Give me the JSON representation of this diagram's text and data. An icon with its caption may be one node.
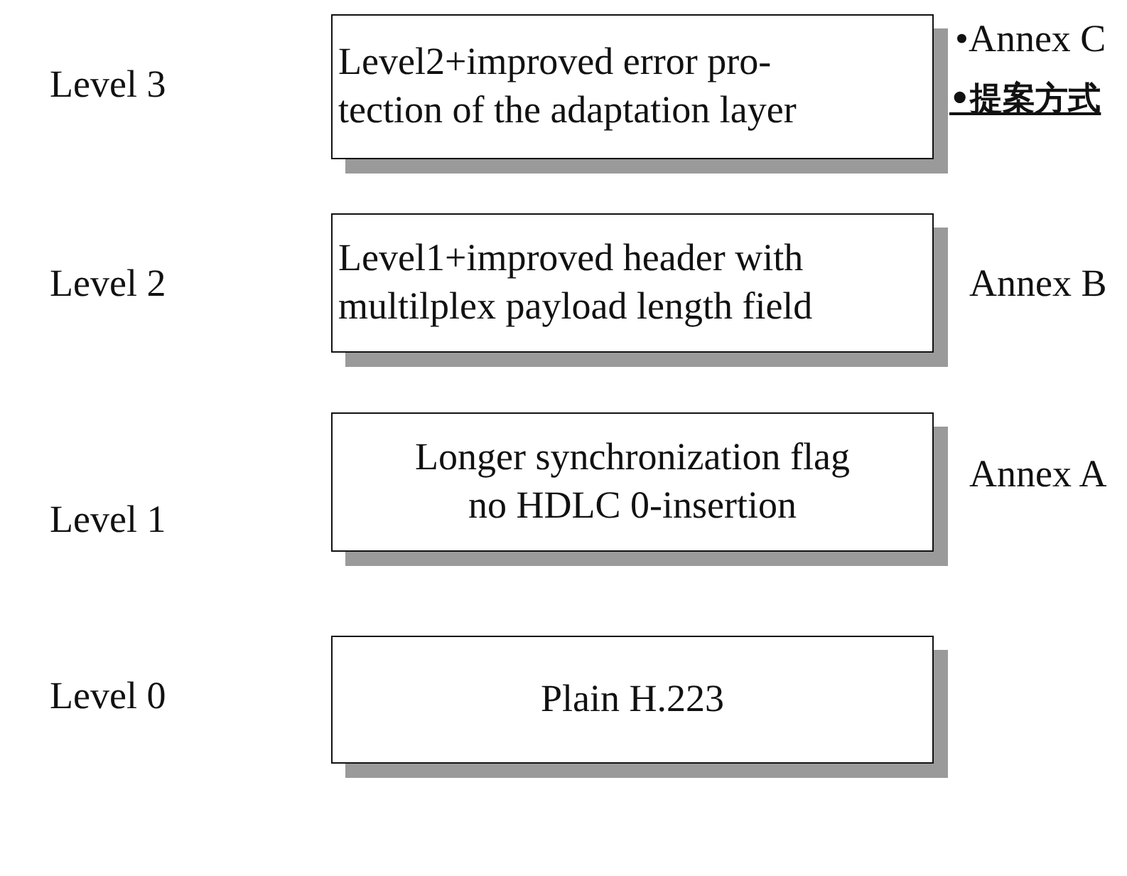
{
  "diagram": {
    "nodes": [
      {
        "text": [
          "Level2+improved error pro- tection of the adaptation layer"
        ],
        "beside": [
          "•Annex C",
          "•提案方式"
        ]
      },
      {
        "text": [
          "Level1+improved header with multilplex payload length field"
        ],
        "beside": [
          "Annex B"
        ]
      },
      {
        "text": [
          "Longer synchronization flag no HDLC 0-insertion"
        ],
        "beside": [
          "Annex A"
        ]
      },
      {
        "text": [
          "Plain H.223"
        ]
      }
    ],
    "labels": [
      "Level 3",
      "Level 2",
      "Level 1",
      "Level 0"
    ]
  }
}
